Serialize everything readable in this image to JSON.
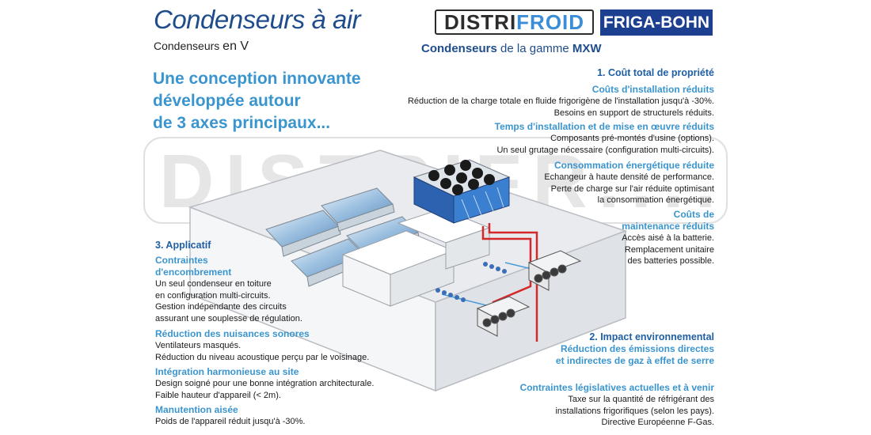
{
  "header": {
    "title": "Condenseurs à air",
    "subtitle_prefix": "Condenseurs",
    "subtitle_suffix": "en V",
    "headline": [
      "Une conception innovante",
      "développée autour",
      "de 3 axes principaux..."
    ]
  },
  "logos": {
    "distri_part1": "DISTRI",
    "distri_part2": "FROID",
    "friga": "FRIGA-BOHN"
  },
  "range": {
    "prefix": "Condenseurs",
    "middle": "de la gamme",
    "model": "MXW"
  },
  "watermark": "DISTRIFR....fr",
  "section1": {
    "title": "1. Coût total de propriété",
    "items": [
      {
        "heading": [
          "Coûts d'installation réduits"
        ],
        "lines": [
          "Réduction de la charge totale en fluide frigorigène de l'installation jusqu'à -30%.",
          "Besoins en support de structurels réduits."
        ]
      },
      {
        "heading": [
          "Temps d'installation et de mise en œuvre réduits"
        ],
        "lines": [
          "Composants pré-montés d'usine (options).",
          "Un seul grutage nécessaire (configuration multi-circuits)."
        ]
      },
      {
        "heading": [
          "Consommation énergétique réduite"
        ],
        "lines": [
          "Echangeur à haute densité de performance.",
          "Perte de charge sur l'air réduite optimisant",
          "la consommation énergétique."
        ]
      },
      {
        "heading": [
          "Coûts de",
          "maintenance réduits"
        ],
        "lines": [
          "Accès aisé à la batterie.",
          "Remplacement unitaire",
          "des batteries possible."
        ]
      }
    ]
  },
  "section2": {
    "title": "2. Impact environnemental",
    "items": [
      {
        "heading": [
          "Réduction des émissions directes",
          "et indirectes de gaz à effet de serre"
        ],
        "lines": []
      },
      {
        "heading": [
          "Contraintes législatives actuelles et à venir"
        ],
        "lines": [
          "Taxe sur la quantité de réfrigérant des",
          "installations frigorifiques (selon les pays).",
          "Directive Européenne F-Gas."
        ]
      }
    ]
  },
  "section3": {
    "title": "3. Applicatif",
    "items": [
      {
        "heading": [
          "Contraintes",
          "d'encombrement"
        ],
        "lines": [
          "Un seul condenseur en toiture",
          "en configuration multi-circuits.",
          "Gestion indépendante des circuits",
          "assurant une souplesse de régulation."
        ]
      },
      {
        "heading": [
          "Réduction des nuisances sonores"
        ],
        "lines": [
          "Ventilateurs masqués.",
          "Réduction du niveau acoustique perçu par le voisinage."
        ]
      },
      {
        "heading": [
          "Intégration harmonieuse au site"
        ],
        "lines": [
          "Design soigné pour une bonne intégration architecturale.",
          "Faible hauteur d'appareil (< 2m)."
        ]
      },
      {
        "heading": [
          "Manutention aisée"
        ],
        "lines": [
          "Poids de l'appareil réduit jusqu'à -30%."
        ]
      }
    ]
  }
}
